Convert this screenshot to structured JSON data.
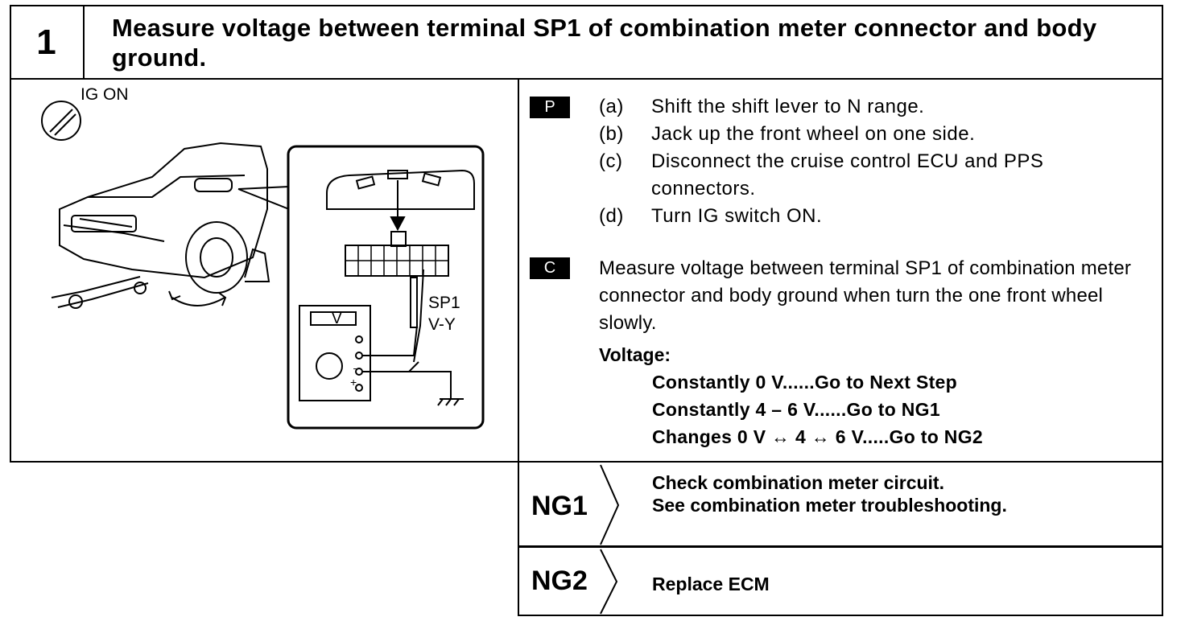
{
  "header": {
    "step_number": "1",
    "title": "Measure voltage between terminal SP1 of combination meter connector and body ground."
  },
  "illustration": {
    "ig_label": "IG ON",
    "terminal_label": "SP1",
    "wire_label": "V-Y",
    "meter_label": "V",
    "icons": [
      "ignition-key-icon",
      "car-on-jack-illustration",
      "connector-illustration",
      "voltmeter-illustration",
      "ground-symbol-icon"
    ]
  },
  "prep": {
    "badge": "P",
    "steps": [
      {
        "letter": "(a)",
        "text": "Shift the shift lever to N range."
      },
      {
        "letter": "(b)",
        "text": "Jack up the front wheel on one side."
      },
      {
        "letter": "(c)",
        "text": "Disconnect the cruise control ECU and PPS connectors."
      },
      {
        "letter": "(d)",
        "text": "Turn IG switch ON."
      }
    ]
  },
  "check": {
    "badge": "C",
    "text": "Measure voltage between terminal SP1 of combination meter connector and body ground when turn the one front wheel slowly.",
    "voltage_label": "Voltage:",
    "results": [
      "Constantly 0 V......Go to Next Step",
      "Constantly 4 – 6 V......Go to NG1",
      "Changes 0 V ↔ 4 ↔ 6 V.....Go to NG2"
    ]
  },
  "ng": [
    {
      "label": "NG1",
      "lines": [
        "Check combination meter circuit.",
        "See combination meter troubleshooting."
      ]
    },
    {
      "label": "NG2",
      "lines": [
        "Replace ECM"
      ]
    }
  ]
}
